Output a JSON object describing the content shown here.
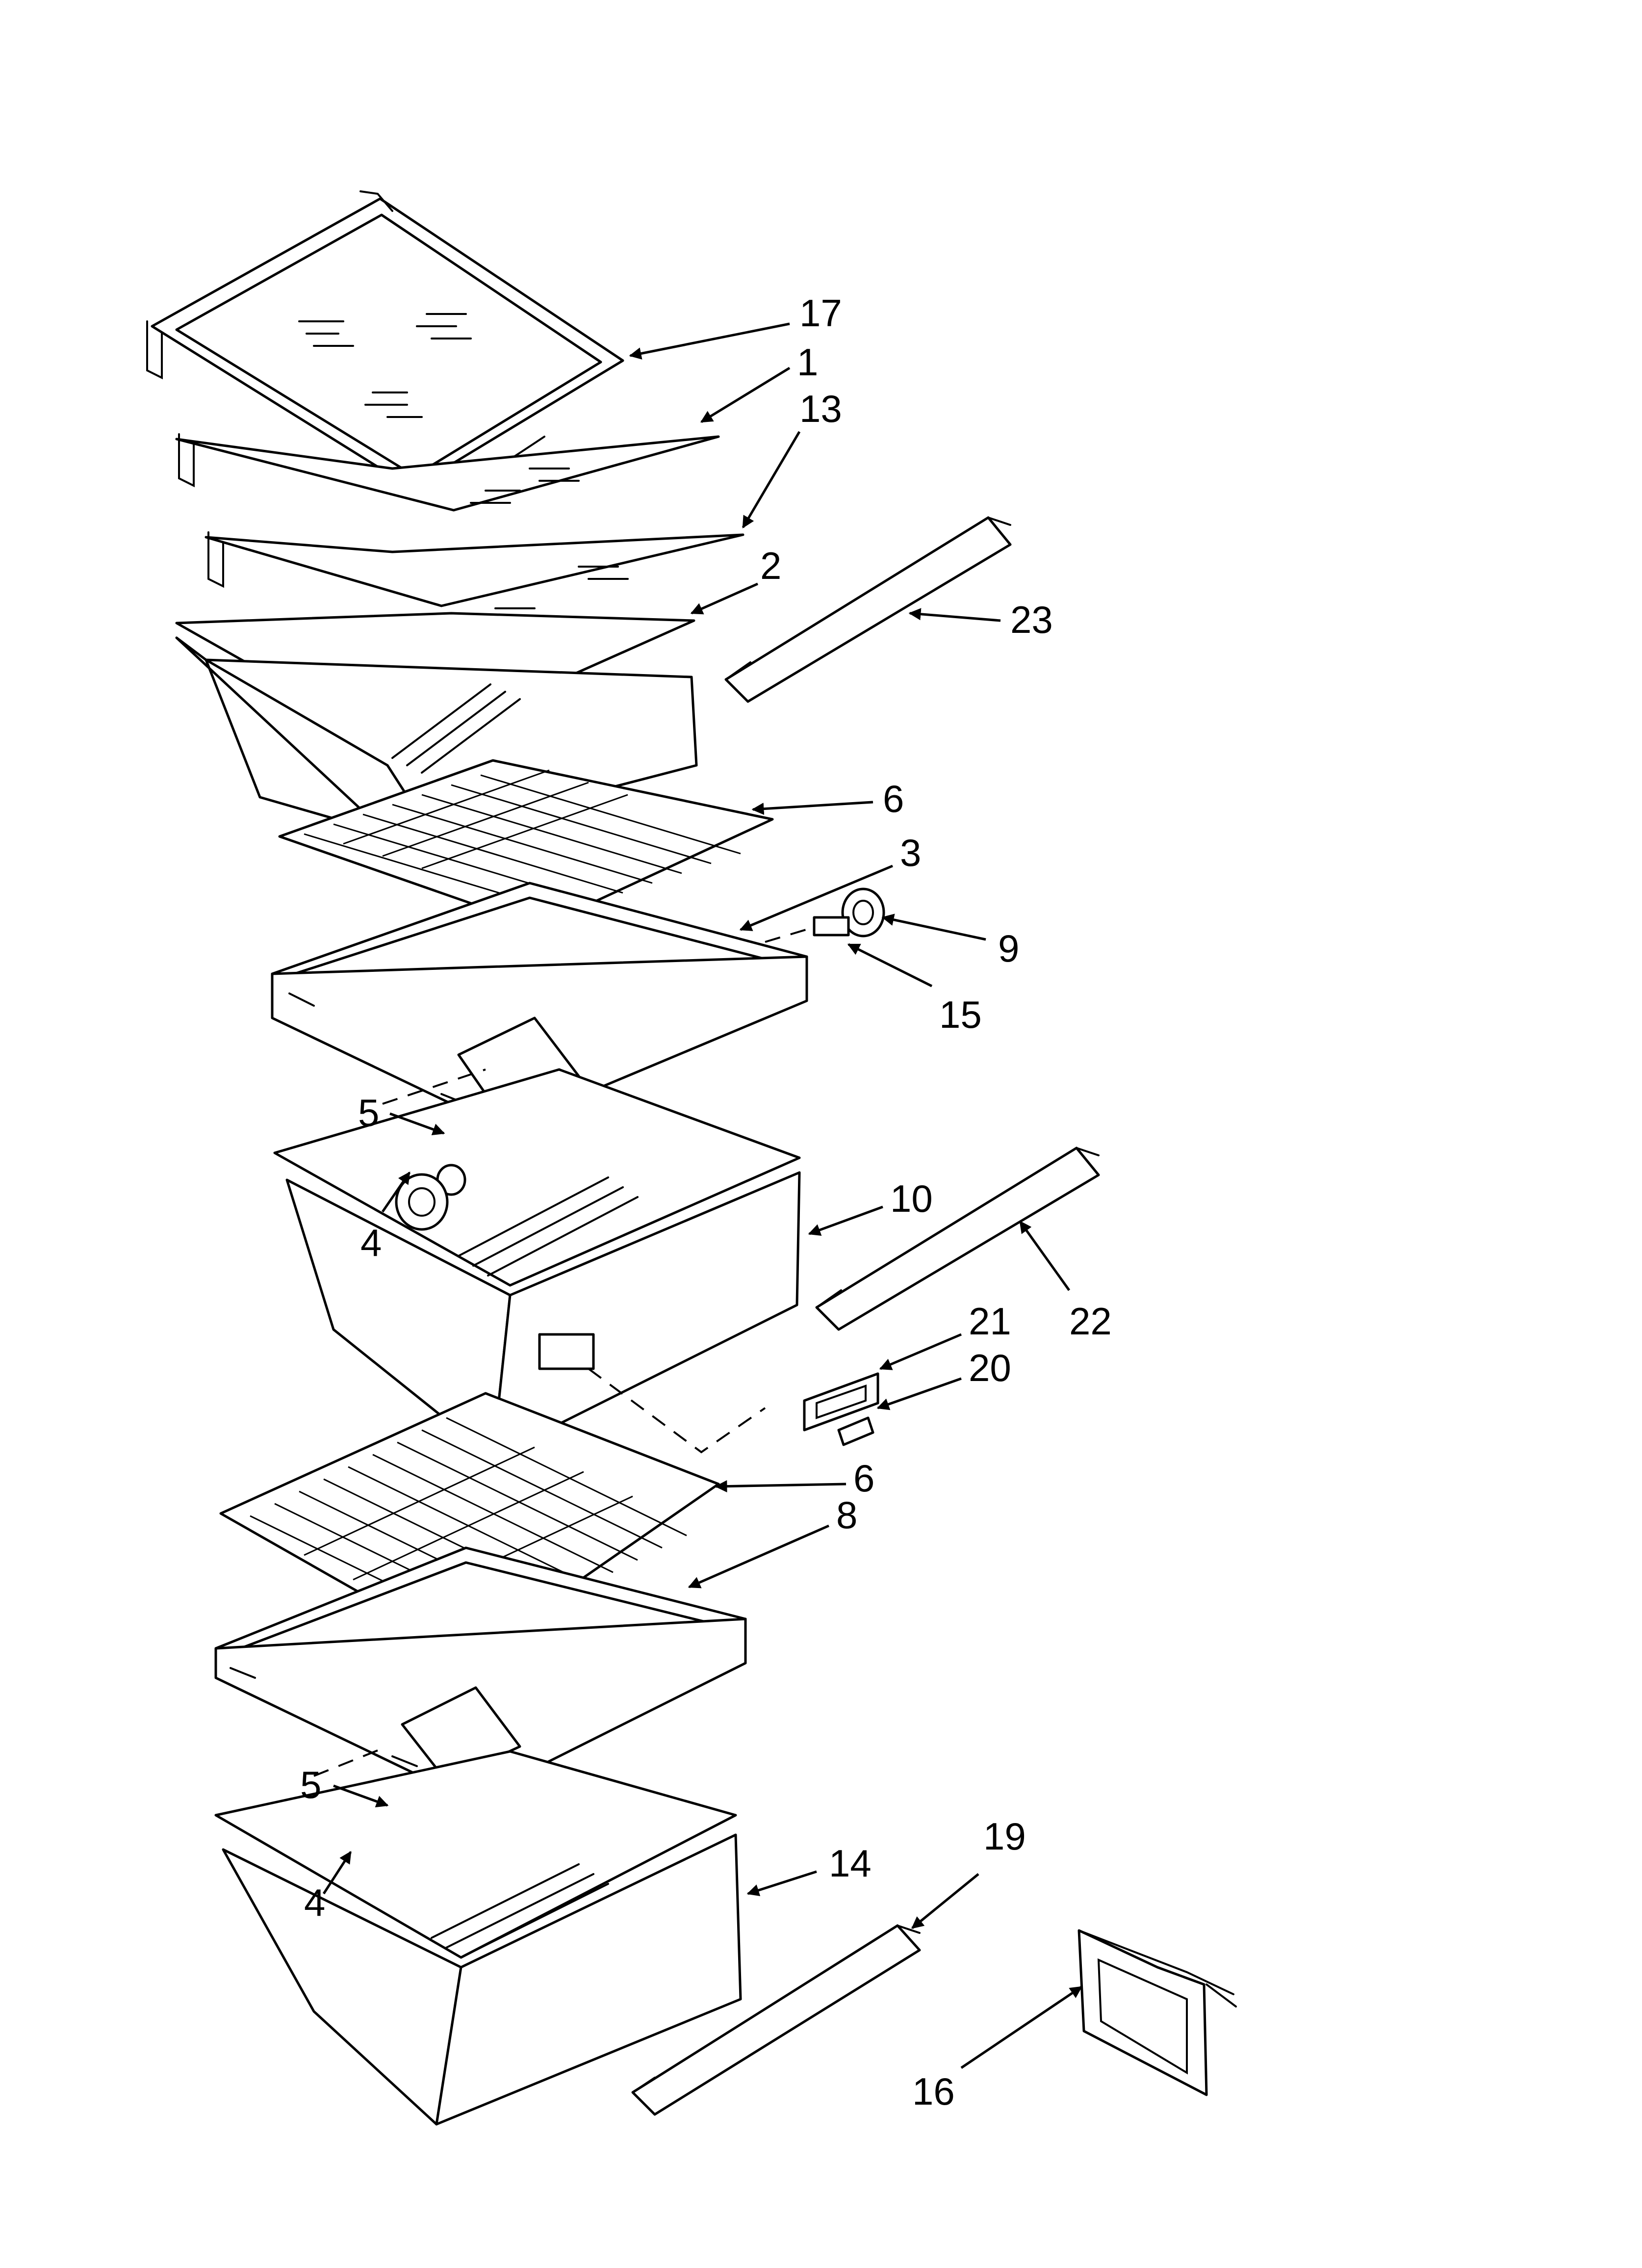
{
  "callouts": {
    "c17": "17",
    "c1": "1",
    "c13": "13",
    "c2": "2",
    "c23": "23",
    "c6a": "6",
    "c3": "3",
    "c9": "9",
    "c15": "15",
    "c5a": "5",
    "c4a": "4",
    "c10": "10",
    "c22": "22",
    "c21": "21",
    "c20": "20",
    "c6b": "6",
    "c8": "8",
    "c5b": "5",
    "c4b": "4",
    "c14": "14",
    "c19": "19",
    "c16": "16"
  }
}
